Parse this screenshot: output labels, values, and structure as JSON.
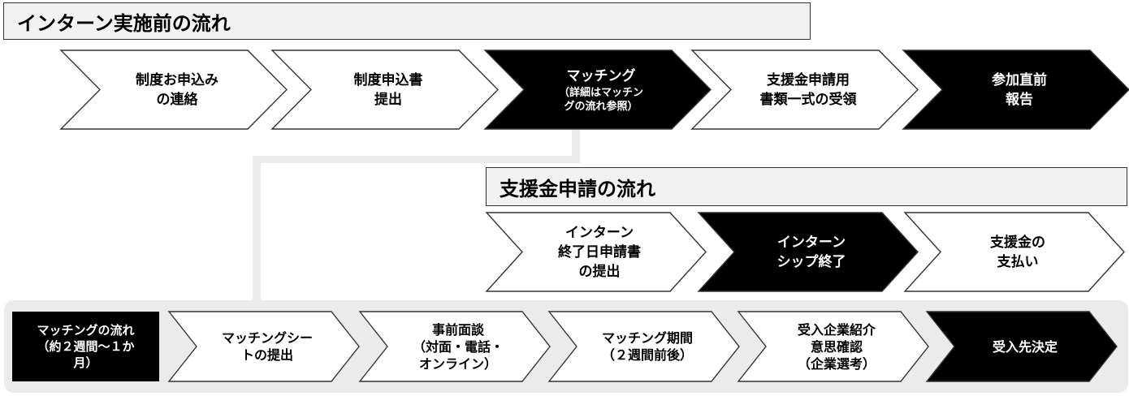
{
  "sections": {
    "pre_internship_title": "インターン実施前の流れ",
    "subsidy_title": "支援金申請の流れ"
  },
  "pre_steps": [
    {
      "label": "制度お申込み\nの連絡",
      "sub": "",
      "dark": false
    },
    {
      "label": "制度申込書\n提出",
      "sub": "",
      "dark": false
    },
    {
      "label": "マッチング",
      "sub": "（詳細はマッチン\nグの流れ参照）",
      "dark": true
    },
    {
      "label": "支援金申請用\n書類一式の受領",
      "sub": "",
      "dark": false
    },
    {
      "label": "参加直前\n報告",
      "sub": "",
      "dark": true
    }
  ],
  "subsidy_steps": [
    {
      "label": "インターン\n終了日申請書\nの提出",
      "sub": "",
      "dark": false
    },
    {
      "label": "インターン\nシップ終了",
      "sub": "",
      "dark": true
    },
    {
      "label": "支援金の\n支払い",
      "sub": "",
      "dark": false
    }
  ],
  "matching": {
    "label": "マッチングの流れ\n（約２週間～１か\n月）",
    "steps": [
      {
        "label": "マッチングシー\nトの提出",
        "sub": "",
        "dark": false
      },
      {
        "label": "事前面談\n（対面・電話・\nオンライン）",
        "sub": "",
        "dark": false
      },
      {
        "label": "マッチング期間\n（２週間前後）",
        "sub": "",
        "dark": false
      },
      {
        "label": "受入企業紹介\n意思確認\n（企業選考）",
        "sub": "",
        "dark": false
      },
      {
        "label": "受入先決定",
        "sub": "",
        "dark": true
      }
    ]
  },
  "colors": {
    "dark_fill": "#000000",
    "light_fill": "#ffffff",
    "stroke": "#333333",
    "panel": "#ebebeb",
    "header_fill": "#f2f2f2"
  }
}
